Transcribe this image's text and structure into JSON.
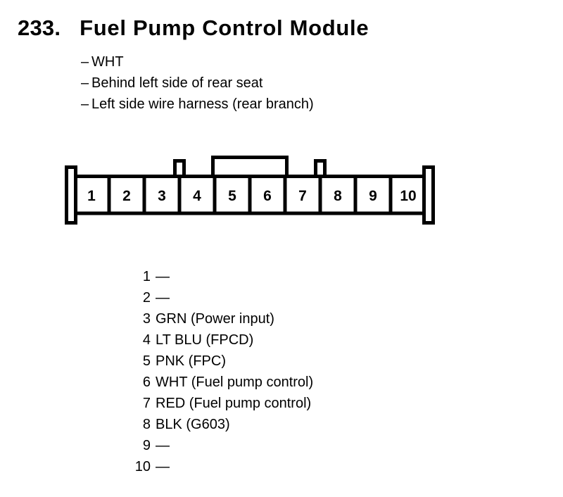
{
  "colors": {
    "ink": "#000000",
    "paper": "#ffffff"
  },
  "header": {
    "index": "233.",
    "title": "Fuel Pump Control Module"
  },
  "notes": {
    "dash": "–",
    "items": [
      "WHT",
      "Behind left side of rear seat",
      "Left side wire harness (rear branch)"
    ]
  },
  "connector": {
    "pins": [
      "1",
      "2",
      "3",
      "4",
      "5",
      "6",
      "7",
      "8",
      "9",
      "10"
    ]
  },
  "pinout": [
    {
      "pin": "1",
      "label": "—"
    },
    {
      "pin": "2",
      "label": "—"
    },
    {
      "pin": "3",
      "label": "GRN (Power input)"
    },
    {
      "pin": "4",
      "label": "LT BLU (FPCD)"
    },
    {
      "pin": "5",
      "label": "PNK (FPC)"
    },
    {
      "pin": "6",
      "label": "WHT (Fuel pump control)"
    },
    {
      "pin": "7",
      "label": "RED (Fuel pump control)"
    },
    {
      "pin": "8",
      "label": "BLK (G603)"
    },
    {
      "pin": "9",
      "label": "—"
    },
    {
      "pin": "10",
      "label": "—"
    }
  ]
}
